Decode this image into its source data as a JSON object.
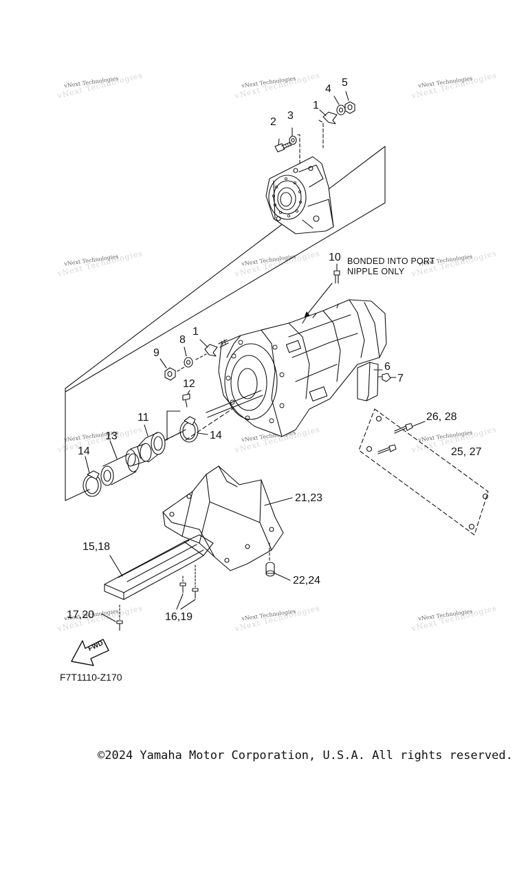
{
  "watermark": {
    "text": "vNext Technologies"
  },
  "callouts": {
    "c1a": "1",
    "c2": "2",
    "c3": "3",
    "c4": "4",
    "c5": "5",
    "c10": "10",
    "c8": "8",
    "c1b": "1",
    "c9": "9",
    "c6": "6",
    "c7": "7",
    "c12": "12",
    "c11": "11",
    "c13": "13",
    "c14a": "14",
    "c14b": "14",
    "c26_28": "26, 28",
    "c25_27": "25, 27",
    "c21_23": "21,23",
    "c15_18": "15,18",
    "c22_24": "22,24",
    "c17_20": "17,20",
    "c16_19": "16,19"
  },
  "note": {
    "line1": "BONDED INTO PORT",
    "line2": "NIPPLE ONLY"
  },
  "fwd_label": "FWD",
  "diagram_code": "F7T1110-Z170",
  "copyright": "©2024 Yamaha Motor Corporation, U.S.A. All rights reserved."
}
